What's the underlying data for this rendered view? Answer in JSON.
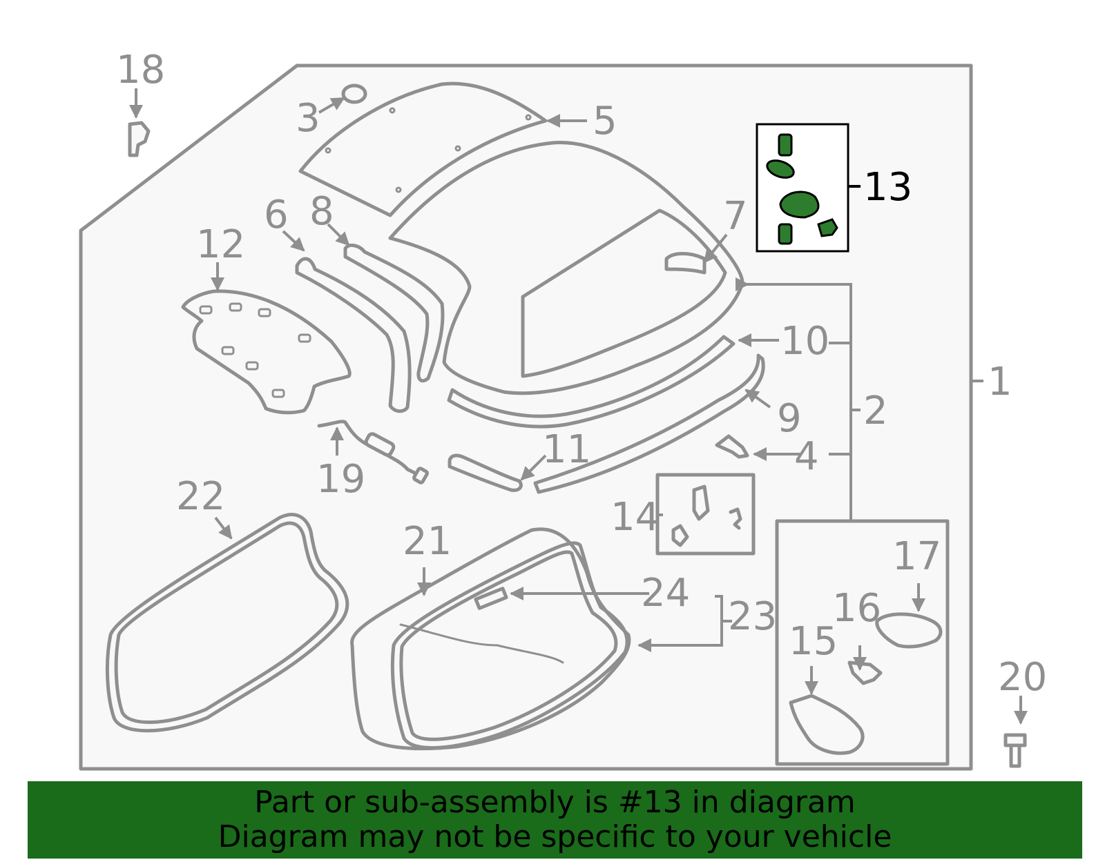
{
  "callouts": {
    "c1": "1",
    "c2": "2",
    "c3": "3",
    "c4": "4",
    "c5": "5",
    "c6": "6",
    "c7": "7",
    "c8": "8",
    "c9": "9",
    "c10": "10",
    "c11": "11",
    "c12": "12",
    "c13": "13",
    "c14": "14",
    "c15": "15",
    "c16": "16",
    "c17": "17",
    "c18": "18",
    "c19": "19",
    "c20": "20",
    "c21": "21",
    "c22": "22",
    "c23": "23",
    "c24": "24"
  },
  "highlight": {
    "part": "13",
    "color": "#2e7d2e"
  },
  "banner": {
    "line1": "Part or sub-assembly is #13 in diagram",
    "line2": "Diagram may not be specific to your vehicle",
    "background": "#1a6b1a"
  }
}
